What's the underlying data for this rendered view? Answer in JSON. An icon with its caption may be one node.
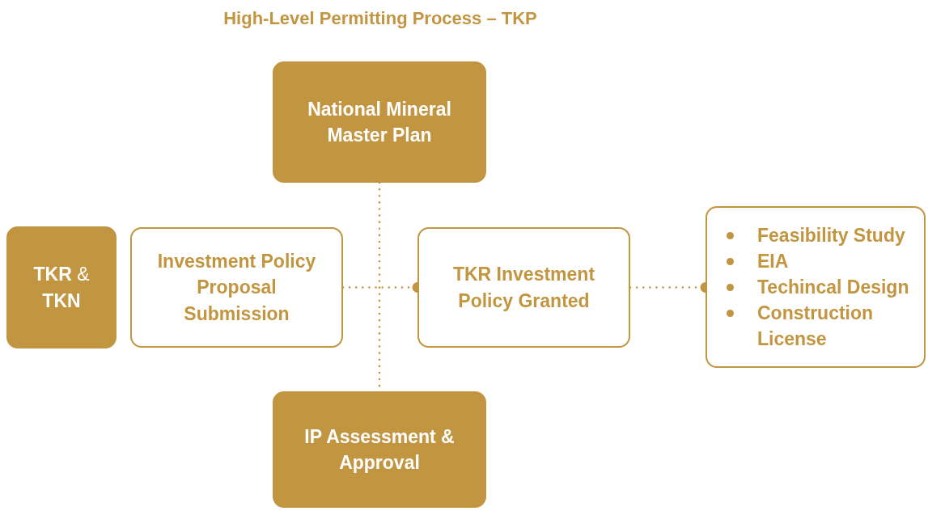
{
  "diagram": {
    "title": "High-Level Permitting Process – TKP",
    "nodes": [
      {
        "text": [
          "National Mineral Master Plan"
        ]
      },
      {
        "text": [
          "**TKR** & **TKN**"
        ]
      },
      {
        "text": [
          "Investment Policy Proposal Submission"
        ]
      },
      {
        "text": [
          "TKR Investment Policy Granted"
        ]
      },
      {
        "text": [
          "Feasibility Study",
          "EIA",
          "Techincal Design",
          "Construction License"
        ]
      },
      {
        "text": [
          "IP Assessment & Approval"
        ]
      }
    ],
    "edges": [
      {
        "from": 2,
        "to": 3,
        "arrow": "other",
        "style": "dashed"
      },
      {
        "from": 3,
        "to": 4,
        "arrow": "other",
        "style": "dashed"
      },
      {
        "from": 0,
        "to": 5,
        "arrow": "none",
        "style": "dashed"
      }
    ]
  }
}
